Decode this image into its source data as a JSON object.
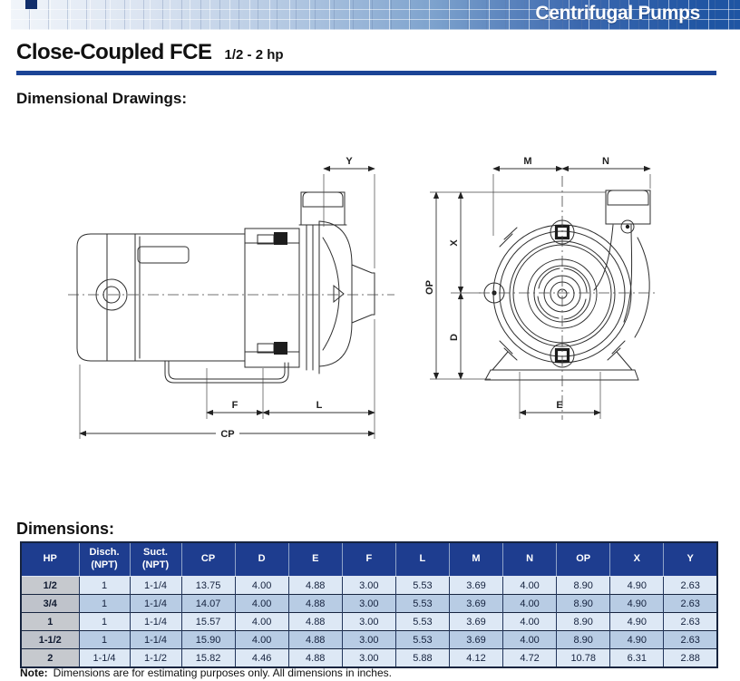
{
  "banner": {
    "title": "Centrifugal Pumps"
  },
  "page_title": {
    "model": "Close-Coupled FCE",
    "power_range": "1/2 - 2 hp"
  },
  "headings": {
    "drawings": "Dimensional Drawings:",
    "dimensions": "Dimensions:"
  },
  "drawings": {
    "side_view": {
      "labels": {
        "Y": "Y",
        "F": "F",
        "L": "L",
        "CP": "CP"
      }
    },
    "front_view": {
      "labels": {
        "M": "M",
        "N": "N",
        "X": "X",
        "OP": "OP",
        "D": "D",
        "E": "E"
      }
    }
  },
  "dimensions_table": {
    "headers": [
      {
        "line1": "HP",
        "line2": ""
      },
      {
        "line1": "Disch.",
        "line2": "(NPT)"
      },
      {
        "line1": "Suct.",
        "line2": "(NPT)"
      },
      {
        "line1": "CP",
        "line2": ""
      },
      {
        "line1": "D",
        "line2": ""
      },
      {
        "line1": "E",
        "line2": ""
      },
      {
        "line1": "F",
        "line2": ""
      },
      {
        "line1": "L",
        "line2": ""
      },
      {
        "line1": "M",
        "line2": ""
      },
      {
        "line1": "N",
        "line2": ""
      },
      {
        "line1": "OP",
        "line2": ""
      },
      {
        "line1": "X",
        "line2": ""
      },
      {
        "line1": "Y",
        "line2": ""
      }
    ],
    "rows": [
      [
        "1/2",
        "1",
        "1-1/4",
        "13.75",
        "4.00",
        "4.88",
        "3.00",
        "5.53",
        "3.69",
        "4.00",
        "8.90",
        "4.90",
        "2.63"
      ],
      [
        "3/4",
        "1",
        "1-1/4",
        "14.07",
        "4.00",
        "4.88",
        "3.00",
        "5.53",
        "3.69",
        "4.00",
        "8.90",
        "4.90",
        "2.63"
      ],
      [
        "1",
        "1",
        "1-1/4",
        "15.57",
        "4.00",
        "4.88",
        "3.00",
        "5.53",
        "3.69",
        "4.00",
        "8.90",
        "4.90",
        "2.63"
      ],
      [
        "1-1/2",
        "1",
        "1-1/4",
        "15.90",
        "4.00",
        "4.88",
        "3.00",
        "5.53",
        "3.69",
        "4.00",
        "8.90",
        "4.90",
        "2.63"
      ],
      [
        "2",
        "1-1/4",
        "1-1/2",
        "15.82",
        "4.46",
        "4.88",
        "3.00",
        "5.88",
        "4.12",
        "4.72",
        "10.78",
        "6.31",
        "2.88"
      ]
    ]
  },
  "note": {
    "label": "Note:",
    "text": "Dimensions are for estimating purposes only. All dimensions in inches."
  },
  "colors": {
    "banner_dark": "#1f55a3",
    "rule": "#1c4496",
    "table_header_bg": "#1e3d8f",
    "row_light": "#dde8f5",
    "row_medium": "#b8cce4",
    "hp_column": "#c6c9ce"
  }
}
